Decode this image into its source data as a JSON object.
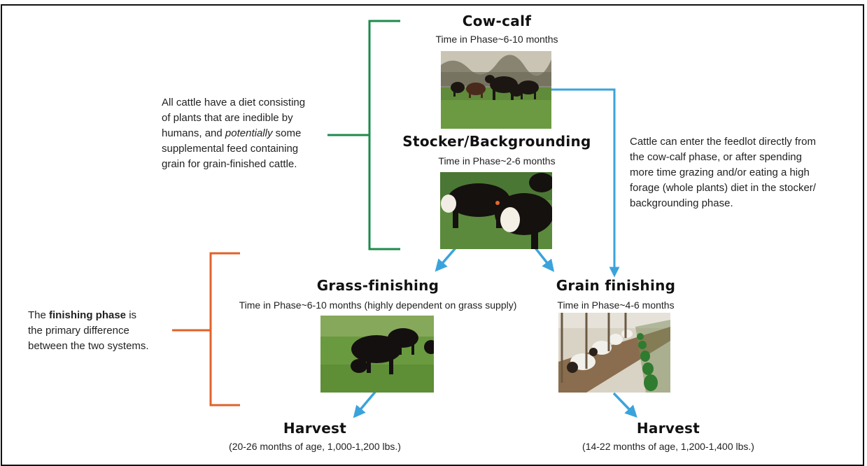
{
  "phases": {
    "cow_calf": {
      "title": "Cow-calf",
      "time": "Time in Phase~6-10 months"
    },
    "stocker": {
      "title": "Stocker/Backgrounding",
      "time": "Time in Phase~2-6 months"
    },
    "grass_finishing": {
      "title": "Grass-finishing",
      "time": "Time in Phase~6-10 months (highly dependent on grass supply)"
    },
    "grain_finishing": {
      "title": "Grain finishing",
      "time": "Time in Phase~4-6 months"
    },
    "harvest_grass": {
      "title": "Harvest",
      "detail": "(20-26 months of age, 1,000-1,200 lbs.)"
    },
    "harvest_grain": {
      "title": "Harvest",
      "detail": "(14-22 months of age, 1,200-1,400 lbs.)"
    }
  },
  "notes": {
    "diet": {
      "lines": [
        "All cattle have a diet consisting",
        "of plants that are inedible by",
        "some",
        "supplemental feed containing",
        "grain for grain-finished cattle."
      ],
      "line3_prefix": "humans, and ",
      "line3_emphasis": "potentially"
    },
    "feedlot": {
      "lines": [
        "Cattle can enter the feedlot directly from",
        "the cow-calf phase, or after spending",
        "more time grazing and/or eating a high",
        "forage (whole plants) diet in the stocker/",
        "backgrounding phase."
      ]
    },
    "finishing": {
      "prefix": "The ",
      "bold": "finishing phase",
      "suffix": " is",
      "lines": [
        "the primary difference",
        "between the two systems."
      ]
    }
  },
  "colors": {
    "green_bracket": "#1e8b4c",
    "orange_bracket": "#e0622a",
    "arrow_blue": "#3aa3dc"
  },
  "photos": {
    "cow_calf": "cattle-herd-pasture-photo",
    "stocker": "black-and-white-face-cattle-photo",
    "grass": "grazing-black-cattle-photo",
    "grain": "feedlot-bunk-cattle-photo"
  }
}
